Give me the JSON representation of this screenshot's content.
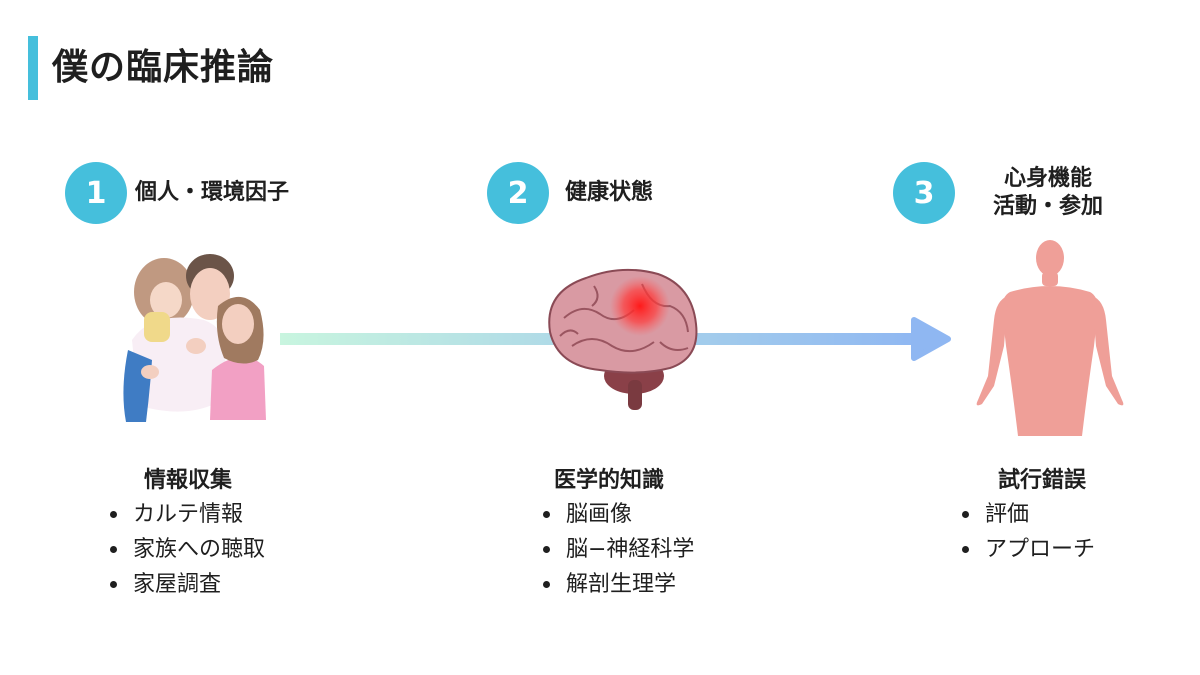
{
  "title": "僕の臨床推論",
  "steps": [
    {
      "number": "1",
      "label_lines": [
        "個人・環境因子"
      ],
      "heading": "情報収集",
      "items": [
        "カルテ情報",
        "家族への聴取",
        "家屋調査"
      ]
    },
    {
      "number": "2",
      "label_lines": [
        "健康状態"
      ],
      "heading": "医学的知識",
      "items": [
        "脳画像",
        "脳−神経科学",
        "解剖生理学"
      ]
    },
    {
      "number": "3",
      "label_lines": [
        "心身機能",
        "活動・参加"
      ],
      "heading": "試行錯誤",
      "items": [
        "評価",
        "アプローチ"
      ]
    }
  ],
  "colors": {
    "accent": "#45bfdc",
    "arrow_start": "#c8f5df",
    "arrow_end": "#8fb7f2",
    "body_silhouette": "#ef9f98",
    "brain": "#d99aa3",
    "brain_hotspot": "#ff2222"
  },
  "icons": [
    "family-illustration",
    "brain-illustration",
    "human-body-illustration",
    "flow-arrow-icon"
  ]
}
